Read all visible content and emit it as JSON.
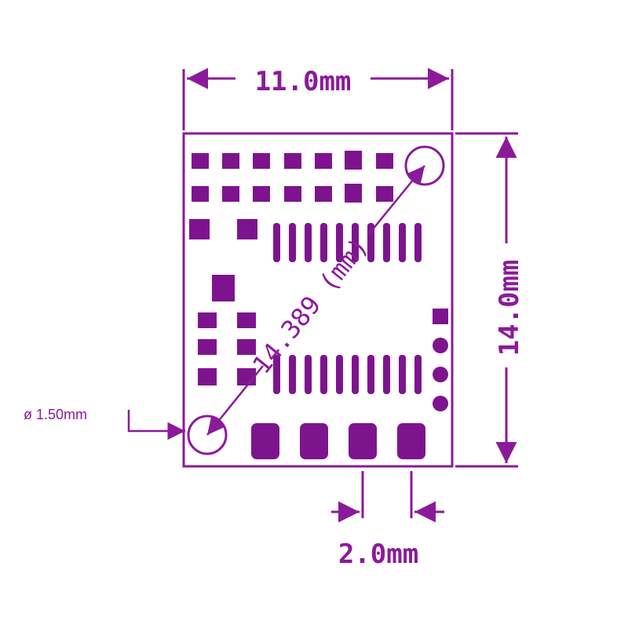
{
  "colors": {
    "ink": "#8b1a9a",
    "pad": "#7d148e",
    "background": "#ffffff"
  },
  "dimensions": {
    "width": "11.0mm",
    "height": "14.0mm",
    "diagonal": "14.389 (mm)",
    "pitch": "2.0mm",
    "hole": "ø 1.50mm"
  },
  "pads": {
    "grid_rows": 2,
    "grid_cols": 7,
    "fine_pitch_top_count": 10,
    "fine_pitch_bottom_count": 10,
    "castellated_count": 4,
    "right_round_pads": 3
  }
}
